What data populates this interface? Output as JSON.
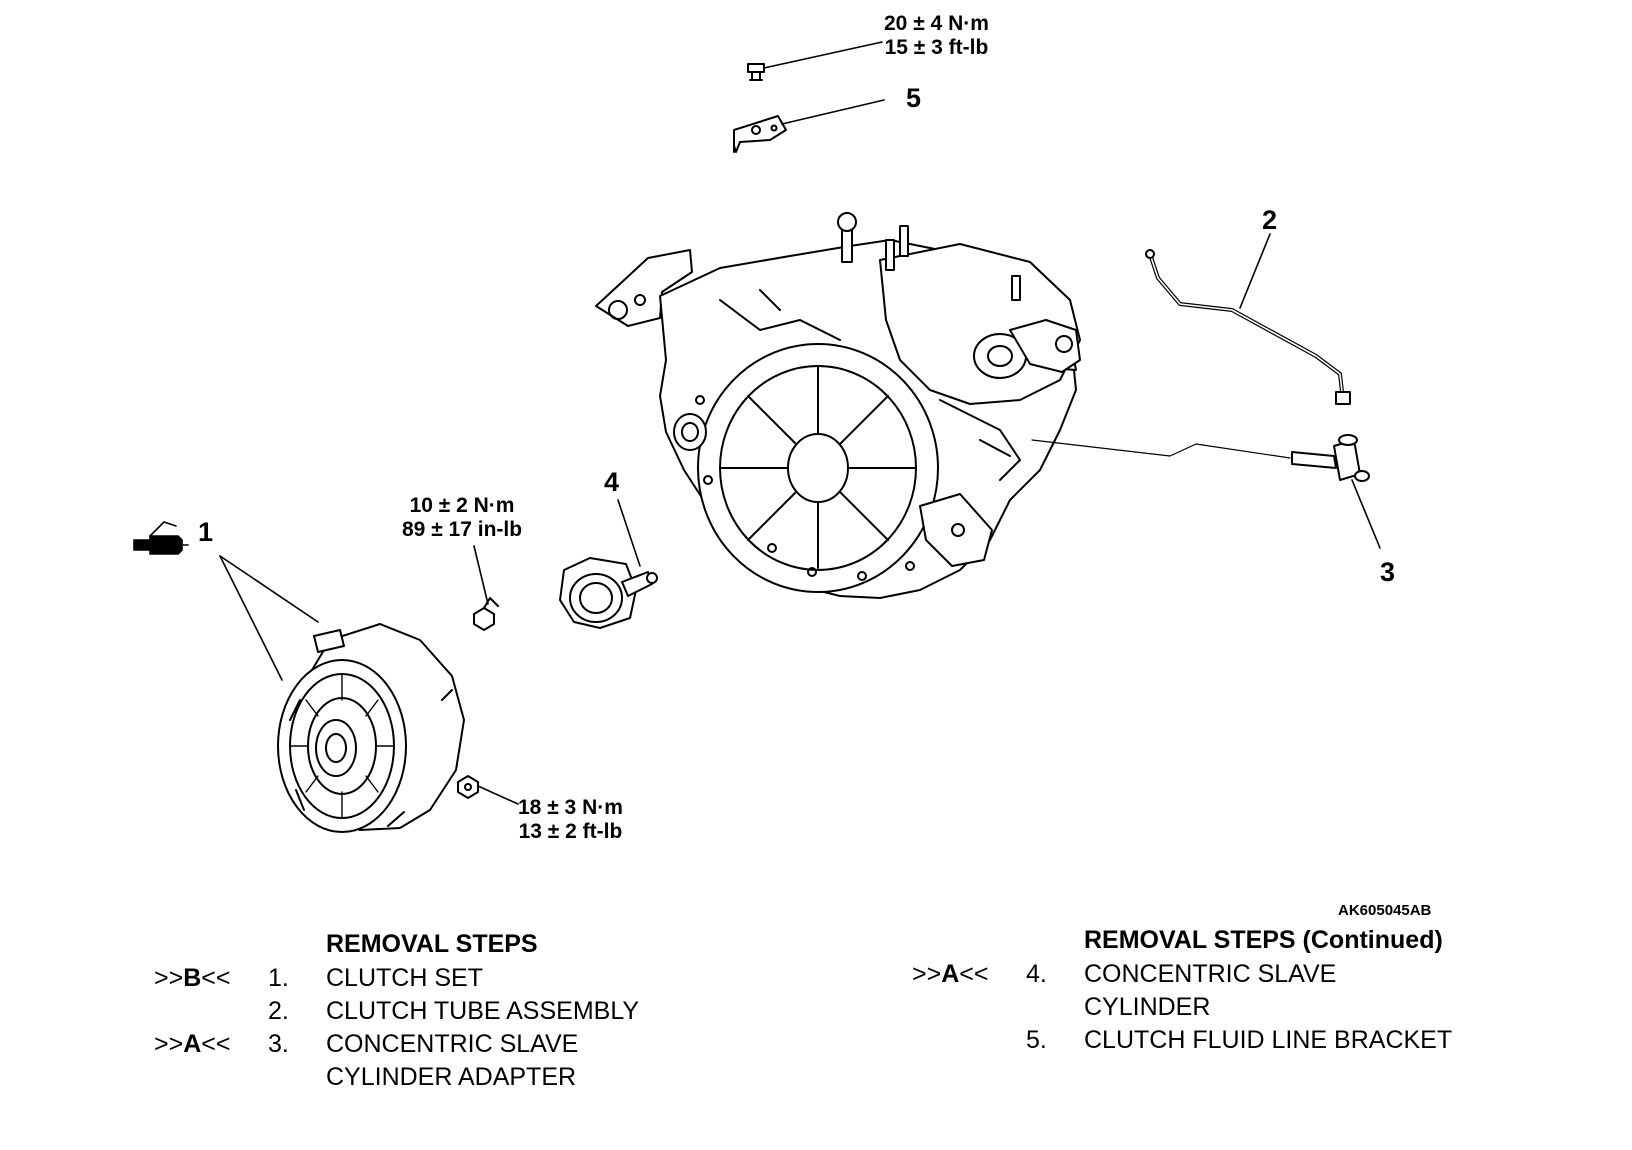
{
  "torques": {
    "bracket_bolt": {
      "line1": "20 ± 4 N·m",
      "line2": "15 ± 3 ft-lb"
    },
    "slave_bolt": {
      "line1": "10 ± 2 N·m",
      "line2": "89 ± 17 in-lb"
    },
    "clutch_bolt": {
      "line1": "18 ± 3 N·m",
      "line2": "13 ± 2 ft-lb"
    }
  },
  "callouts": {
    "c1": "1",
    "c2": "2",
    "c3": "3",
    "c4": "4",
    "c5": "5"
  },
  "figure_id": "AK605045AB",
  "removal_steps": {
    "heading": "REMOVAL STEPS",
    "items": [
      {
        "ref_prefix": ">>",
        "ref_letter": "B",
        "ref_suffix": "<<",
        "num": "1.",
        "name": "CLUTCH SET"
      },
      {
        "ref_prefix": "",
        "ref_letter": "",
        "ref_suffix": "",
        "num": "2.",
        "name": "CLUTCH TUBE ASSEMBLY"
      },
      {
        "ref_prefix": ">>",
        "ref_letter": "A",
        "ref_suffix": "<<",
        "num": "3.",
        "name": "CONCENTRIC SLAVE"
      },
      {
        "ref_prefix": "",
        "ref_letter": "",
        "ref_suffix": "",
        "num": "",
        "name": "CYLINDER ADAPTER"
      }
    ]
  },
  "removal_steps_continued": {
    "heading": "REMOVAL STEPS (Continued)",
    "items": [
      {
        "ref_prefix": ">>",
        "ref_letter": "A",
        "ref_suffix": "<<",
        "num": "4.",
        "name": "CONCENTRIC SLAVE"
      },
      {
        "ref_prefix": "",
        "ref_letter": "",
        "ref_suffix": "",
        "num": "",
        "name": "CYLINDER"
      },
      {
        "ref_prefix": "",
        "ref_letter": "",
        "ref_suffix": "",
        "num": "5.",
        "name": "CLUTCH FLUID LINE BRACKET"
      }
    ]
  }
}
